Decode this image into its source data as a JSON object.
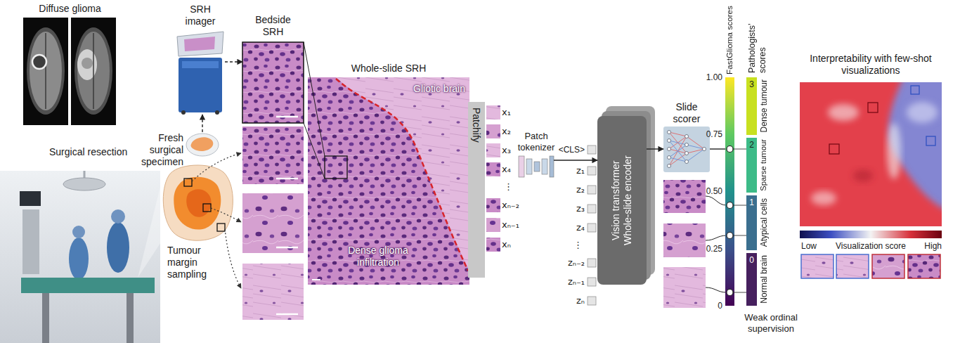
{
  "diagram": {
    "nodes": [
      {
        "text": [
          "Diffuse glioma"
        ]
      },
      {
        "text": [
          "SRH imager"
        ]
      },
      {
        "text": [
          "Bedside SRH"
        ]
      },
      {
        "text": [
          "Fresh surgical specimen"
        ]
      },
      {
        "text": [
          "Surgical resection"
        ]
      },
      {
        "text": [
          "Tumour margin sampling"
        ]
      },
      {
        "text": [
          "Whole-slide SRH",
          "Gliotic brain",
          "Dense glioma infiltration"
        ]
      },
      {
        "text": [
          "Patchify"
        ]
      },
      {
        "text": [
          "Patch tokenizer"
        ]
      },
      {
        "text": [
          "Vision transformer Whole-slide encoder"
        ]
      },
      {
        "text": [
          "Slide scorer"
        ]
      },
      {
        "text": [
          "FastGlioma scores"
        ]
      },
      {
        "text": [
          "3",
          "Dense tumour"
        ]
      },
      {
        "text": [
          "2",
          "Sparse tumour"
        ]
      },
      {
        "text": [
          "1",
          "Atypical cells"
        ]
      },
      {
        "text": [
          "0",
          "Normal brain"
        ]
      },
      {
        "text": [
          "Interpretability with few-shot visualizations"
        ]
      }
    ],
    "edges": [
      {
        "from": 3,
        "to": 1,
        "arrow": "to"
      },
      {
        "from": 1,
        "to": 2,
        "arrow": "to"
      },
      {
        "from": 8,
        "to": 9,
        "arrow": "to"
      },
      {
        "from": 9,
        "to": 10,
        "arrow": "to"
      },
      {
        "from": 10,
        "to": 11,
        "arrow": "none"
      }
    ],
    "labels": [
      "x₁",
      "x₂",
      "x₃",
      "x₄",
      "⋮",
      "xₙ₋₂",
      "xₙ₋₁",
      "xₙ",
      "<CLS>",
      "z₁",
      "z₂",
      "z₃",
      "z₄",
      "⋮",
      "zₙ₋₂",
      "zₙ₋₁",
      "zₙ",
      "1.00",
      "0.75",
      "0.50",
      "0.25",
      "0",
      "Pathologists’ scores",
      "Weak ordinal supervision",
      "Low",
      "Visualization score",
      "High"
    ]
  }
}
